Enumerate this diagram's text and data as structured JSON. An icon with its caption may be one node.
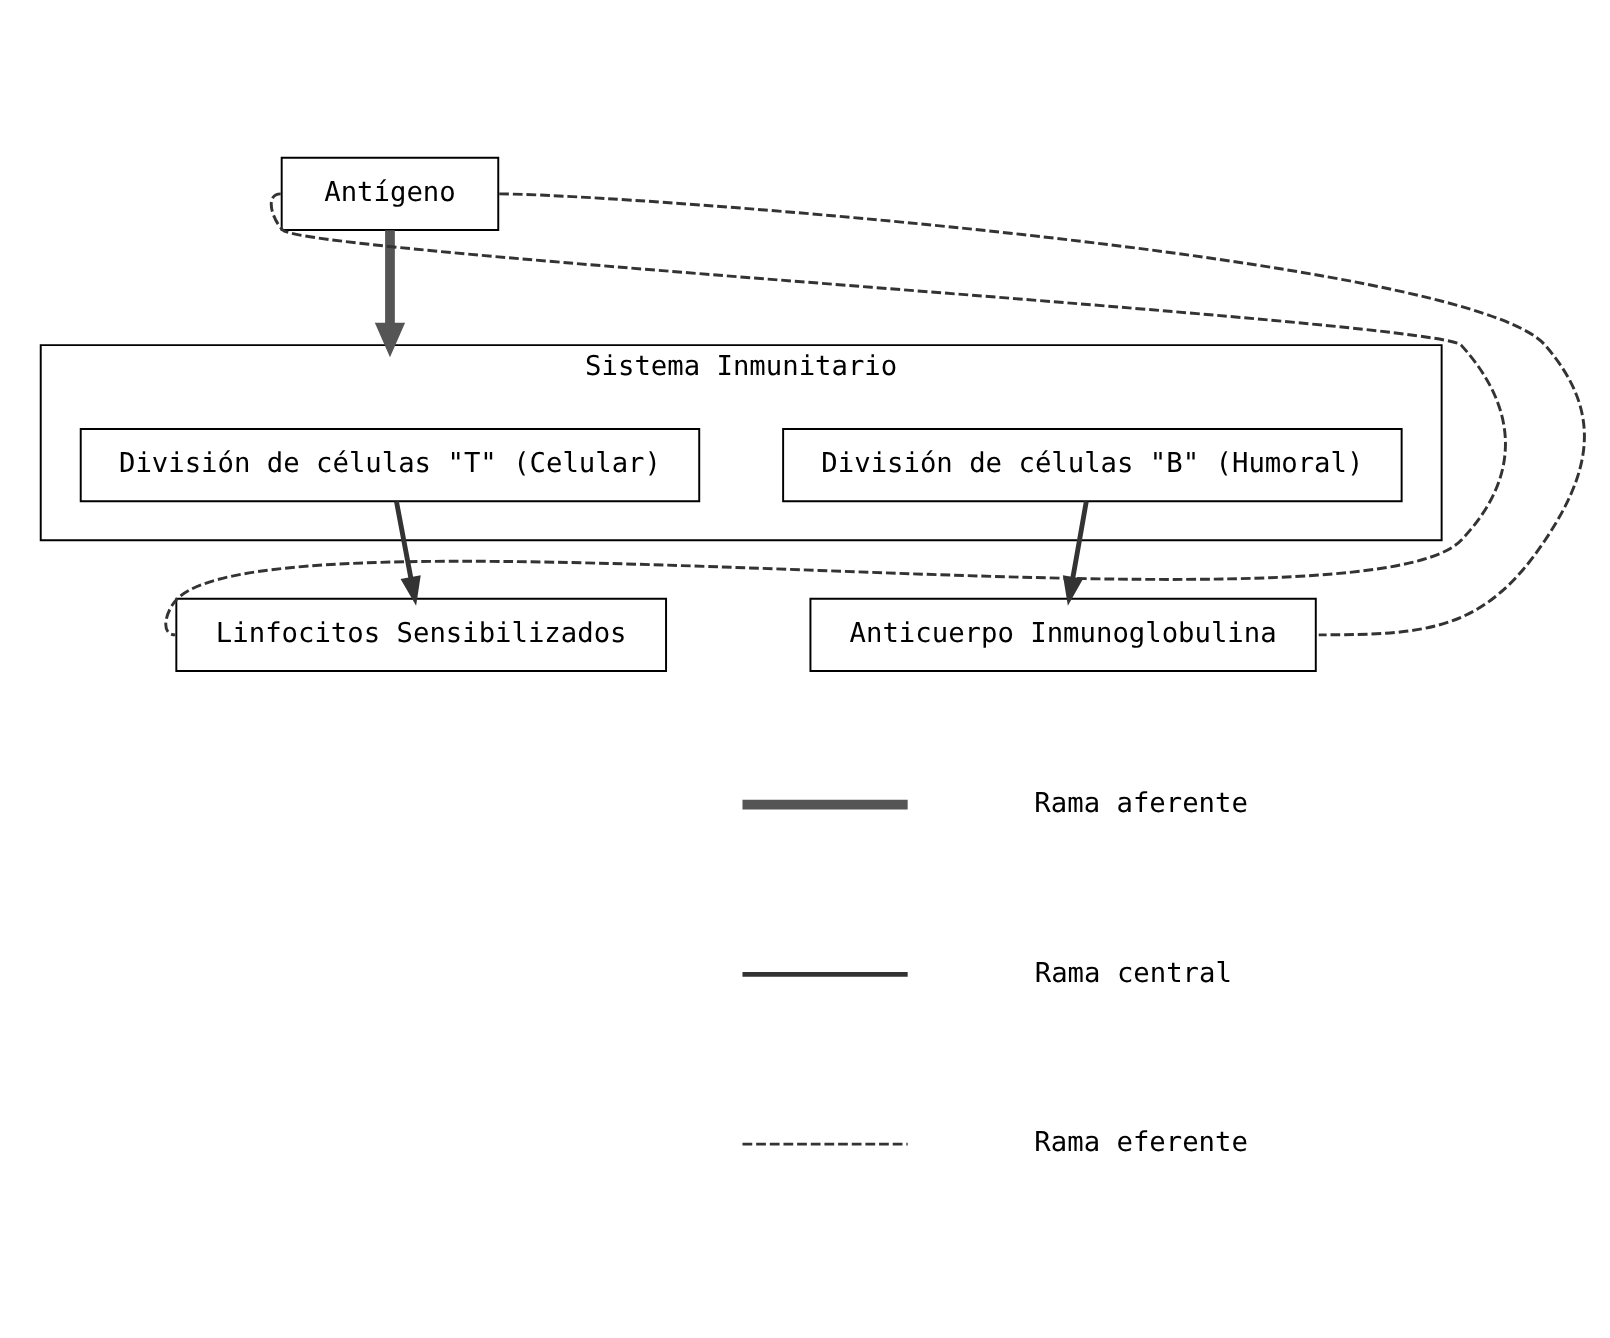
{
  "diagram": {
    "nodes": [
      {
        "text": [
          "Antígeno"
        ]
      },
      {
        "text": [
          "Sistema Inmunitario"
        ]
      },
      {
        "text": [
          "División de células \"T\" (Celular)"
        ],
        "in": 1
      },
      {
        "text": [
          "División de células \"B\" (Humoral)"
        ],
        "in": 1
      },
      {
        "text": [
          "Linfocitos Sensibilizados"
        ]
      },
      {
        "text": [
          "Anticuerpo Inmunoglobulina"
        ]
      }
    ],
    "edges": [
      {
        "from": 0,
        "to": 1,
        "arrow": "to",
        "style": "thick"
      },
      {
        "from": 2,
        "to": 4,
        "arrow": "to"
      },
      {
        "from": 3,
        "to": 5,
        "arrow": "to"
      },
      {
        "from": 0,
        "to": 4,
        "arrow": "none",
        "style": "dashed"
      },
      {
        "from": 0,
        "to": 5,
        "arrow": "none",
        "style": "dashed"
      }
    ],
    "legend": [
      {
        "text": "Rama aferente"
      },
      {
        "text": "Rama central"
      },
      {
        "text": "Rama eferente"
      }
    ]
  }
}
